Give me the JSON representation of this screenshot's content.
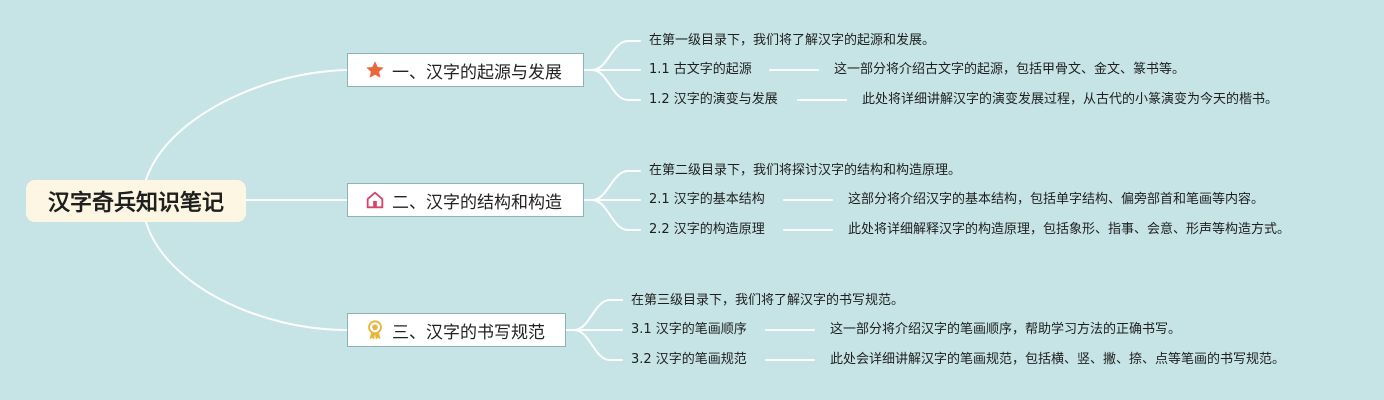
{
  "root": {
    "title": "汉字奇兵知识笔记"
  },
  "branches": [
    {
      "title": "一、汉字的起源与发展",
      "icon": "star-icon",
      "intro": "在第一级目录下，我们将了解汉字的起源和发展。",
      "items": [
        {
          "label": "1.1 古文字的起源",
          "desc": "这一部分将介绍古文字的起源，包括甲骨文、金文、篆书等。"
        },
        {
          "label": "1.2 汉字的演变与发展",
          "desc": "此处将详细讲解汉字的演变发展过程，从古代的小篆演变为今天的楷书。"
        }
      ]
    },
    {
      "title": "二、汉字的结构和构造",
      "icon": "house-icon",
      "intro": "在第二级目录下，我们将探讨汉字的结构和构造原理。",
      "items": [
        {
          "label": "2.1 汉字的基本结构",
          "desc": "这部分将介绍汉字的基本结构，包括单字结构、偏旁部首和笔画等内容。"
        },
        {
          "label": "2.2 汉字的构造原理",
          "desc": "此处将详细解释汉字的构造原理，包括象形、指事、会意、形声等构造方式。"
        }
      ]
    },
    {
      "title": "三、汉字的书写规范",
      "icon": "award-ribbon-icon",
      "intro": "在第三级目录下，我们将了解汉字的书写规范。",
      "items": [
        {
          "label": "3.1 汉字的笔画顺序",
          "desc": "这一部分将介绍汉字的笔画顺序，帮助学习方法的正确书写。"
        },
        {
          "label": "3.2 汉字的笔画规范",
          "desc": "此处会详细讲解汉字的笔画规范，包括横、竖、撇、捺、点等笔画的书写规范。"
        }
      ]
    }
  ],
  "colors": {
    "background": "#c6e4e6",
    "connector": "#ffffff",
    "star": "#e8683a",
    "house": "#d9436a",
    "award": "#e9b43a"
  }
}
